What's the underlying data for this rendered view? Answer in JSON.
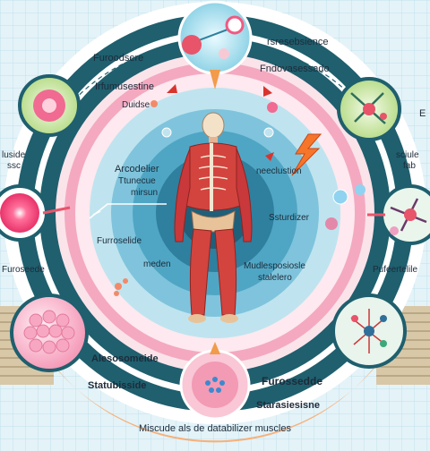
{
  "labels": {
    "top_left": "Furoodsere",
    "top_right": "rsresebsience",
    "arc_left": "Irfumusestine",
    "arc_right": "Fndovasessado",
    "duidse": "Duidse",
    "left_mid_1": "luside",
    "left_mid_2": "ssc",
    "right_mid_1": "sciule",
    "right_mid_2": "fab",
    "center_left_1": "Arcodelier",
    "center_left_2": "Ttunecue",
    "center_left_3": "mirsun",
    "neeclustion": "neeclustion",
    "ssturdizer": "Ssturdizer",
    "furroselide": "Furroselide",
    "meden": "meden",
    "muslesposiosle_1": "Mudlesposiosle",
    "muslesposiosle_2": "stalelero",
    "left_lower": "Furoseede",
    "right_lower": "Pufeertelile",
    "bottom_left_1": "Alesosomeide",
    "bottom_left_2": "Statubisside",
    "bottom_right_1": "Furossedde",
    "bottom_right_2": "Starasiesisne",
    "footer": "Miscude als de databilizer muscles",
    "right_edge": "E"
  },
  "colors": {
    "teal_ring": "#1f5f6e",
    "pink_ring": "#f4a9c0",
    "center_blue": "#55aac8",
    "orange_band": "#f7b07a",
    "muscle_red": "#c9383a",
    "grid_bg": "#d8eef6"
  },
  "icons": [
    "molecule-icon",
    "cell-icon",
    "lightning-icon",
    "arrow-icon",
    "human-anatomy-figure"
  ]
}
